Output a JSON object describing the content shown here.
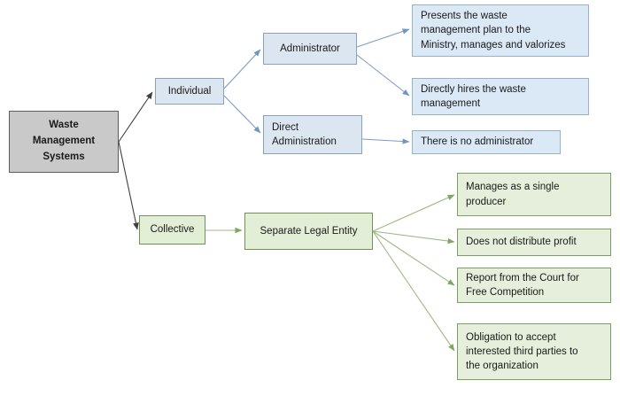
{
  "diagram": {
    "title": "Waste Management Systems",
    "type": "flowchart",
    "colors": {
      "root_fill": "#c9c9c9",
      "root_stroke": "#5c5c5c",
      "blue_fill": "#dce6f1",
      "blue_stroke": "#8ba2bf",
      "green_fill": "#e3eed7",
      "green_stroke": "#6f9355",
      "black_arrow": "#3f3f3f",
      "blue_arrow": "#6f96c4",
      "green_arrow": "#7fa75f"
    }
  },
  "nodes": {
    "root": {
      "label": "Waste\nManagement\nSystems"
    },
    "individual": {
      "label": "Individual"
    },
    "collective": {
      "label": "Collective"
    },
    "administrator": {
      "label": "Administrator"
    },
    "direct_administration": {
      "label": "Direct\nAdministration"
    },
    "separate_legal_entity": {
      "label": "Separate Legal Entity"
    },
    "presents_plan": {
      "label": "Presents the waste\nmanagement plan to the\nMinistry, manages and valorizes"
    },
    "directly_hires": {
      "label": "Directly hires the waste\nmanagement"
    },
    "no_administrator": {
      "label": "There is no administrator"
    },
    "manages_single": {
      "label": "Manages as a single\nproducer"
    },
    "no_profit": {
      "label": "Does not distribute profit"
    },
    "court_report": {
      "label": "Report from the Court for\nFree Competition"
    },
    "third_parties": {
      "label": "Obligation to accept\ninterested third parties to\nthe organization"
    }
  },
  "edges": [
    {
      "from": "root",
      "to": "individual",
      "color": "black"
    },
    {
      "from": "root",
      "to": "collective",
      "color": "black"
    },
    {
      "from": "individual",
      "to": "administrator",
      "color": "blue"
    },
    {
      "from": "individual",
      "to": "direct_administration",
      "color": "blue"
    },
    {
      "from": "administrator",
      "to": "presents_plan",
      "color": "blue"
    },
    {
      "from": "administrator",
      "to": "directly_hires",
      "color": "blue"
    },
    {
      "from": "direct_administration",
      "to": "no_administrator",
      "color": "blue"
    },
    {
      "from": "collective",
      "to": "separate_legal_entity",
      "color": "green"
    },
    {
      "from": "separate_legal_entity",
      "to": "manages_single",
      "color": "green"
    },
    {
      "from": "separate_legal_entity",
      "to": "no_profit",
      "color": "green"
    },
    {
      "from": "separate_legal_entity",
      "to": "court_report",
      "color": "green"
    },
    {
      "from": "separate_legal_entity",
      "to": "third_parties",
      "color": "green"
    }
  ]
}
